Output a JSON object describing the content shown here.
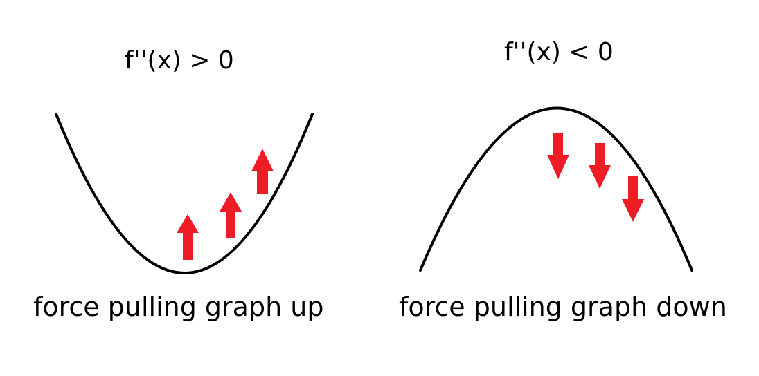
{
  "left_panel": {
    "title": "f''(x) > 0",
    "caption": "force pulling graph up",
    "shape": "upward-opening parabola",
    "arrow_direction": "up",
    "arrow_count": 3
  },
  "right_panel": {
    "title": "f''(x) < 0",
    "caption": "force pulling graph down",
    "shape": "downward-opening parabola",
    "arrow_direction": "down",
    "arrow_count": 3
  },
  "colors": {
    "curve": "#000000",
    "arrow": "#ee1c24",
    "background": "#ffffff"
  }
}
